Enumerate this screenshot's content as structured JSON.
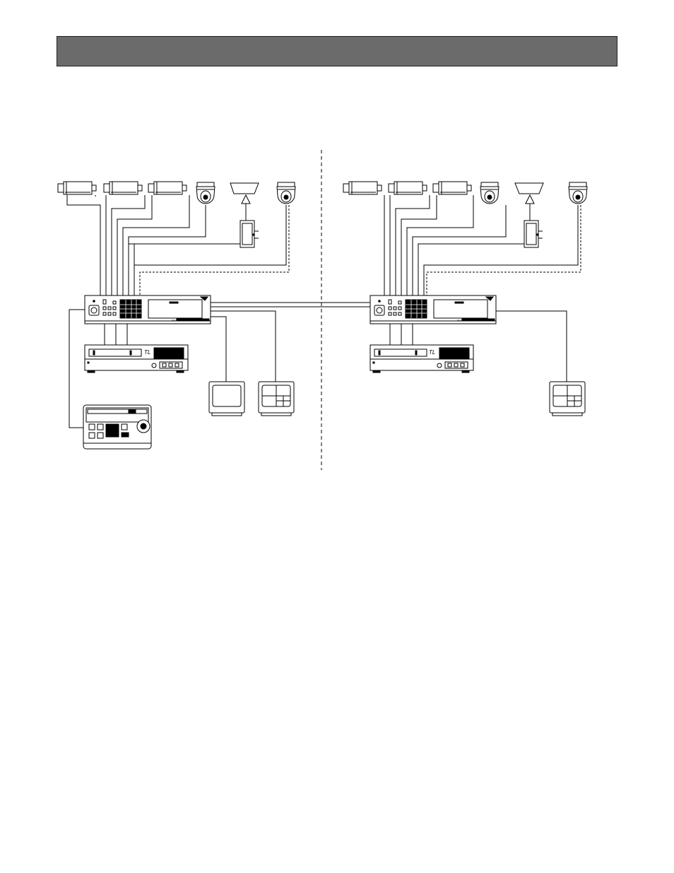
{
  "header": {
    "title": "",
    "color": "#6b6b6b"
  },
  "diagram": {
    "systems": [
      {
        "side": "left",
        "cameras": 3,
        "dome_cameras": 2,
        "receivers": 1,
        "monitors": 2,
        "controller": true,
        "vcr_label": "TL"
      },
      {
        "side": "right",
        "cameras": 3,
        "dome_cameras": 2,
        "receivers": 1,
        "monitors": 1,
        "controller": false,
        "vcr_label": "TL"
      }
    ],
    "line_color": "#000000"
  }
}
